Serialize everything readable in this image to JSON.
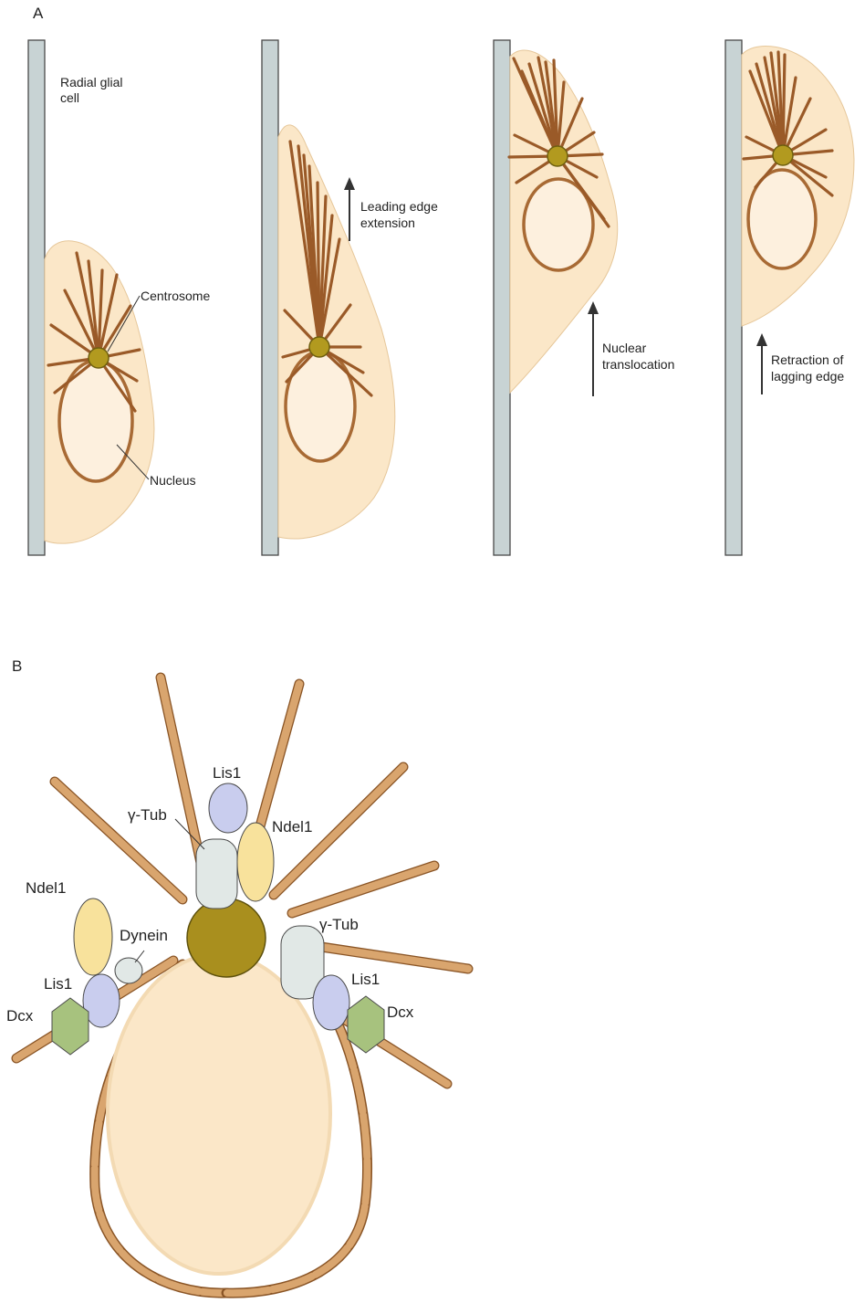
{
  "panel_a": {
    "letter": "A",
    "stage1": {
      "cell_label_1": "Radial glial",
      "cell_label_2": "cell",
      "centrosome_label": "Centrosome",
      "nucleus_label": "Nucleus"
    },
    "stage2": {
      "caption_1": "Leading edge",
      "caption_2": "extension"
    },
    "stage3": {
      "caption_1": "Nuclear",
      "caption_2": "translocation"
    },
    "stage4": {
      "caption_1": "Retraction of",
      "caption_2": "lagging edge"
    }
  },
  "panel_b": {
    "letter": "B",
    "labels": {
      "lis1_top": "Lis1",
      "gtub_left": "γ-Tub",
      "ndel1_right": "Ndel1",
      "ndel1_left": "Ndel1",
      "dynein": "Dynein",
      "lis1_left": "Lis1",
      "dcx_left": "Dcx",
      "gtub_right": "γ-Tub",
      "lis1_right": "Lis1",
      "dcx_right": "Dcx"
    }
  },
  "colors": {
    "cell_fill": "#fbe7c8",
    "microtubule": "#9a5a28",
    "centrosome": "#b29a1f",
    "radial_glia": "#c8d3d4",
    "lis1": "#c9cdee",
    "ndel1": "#f8e29c",
    "gamma_tubulin": "#e1e8e6",
    "dcx": "#a7c27e"
  }
}
